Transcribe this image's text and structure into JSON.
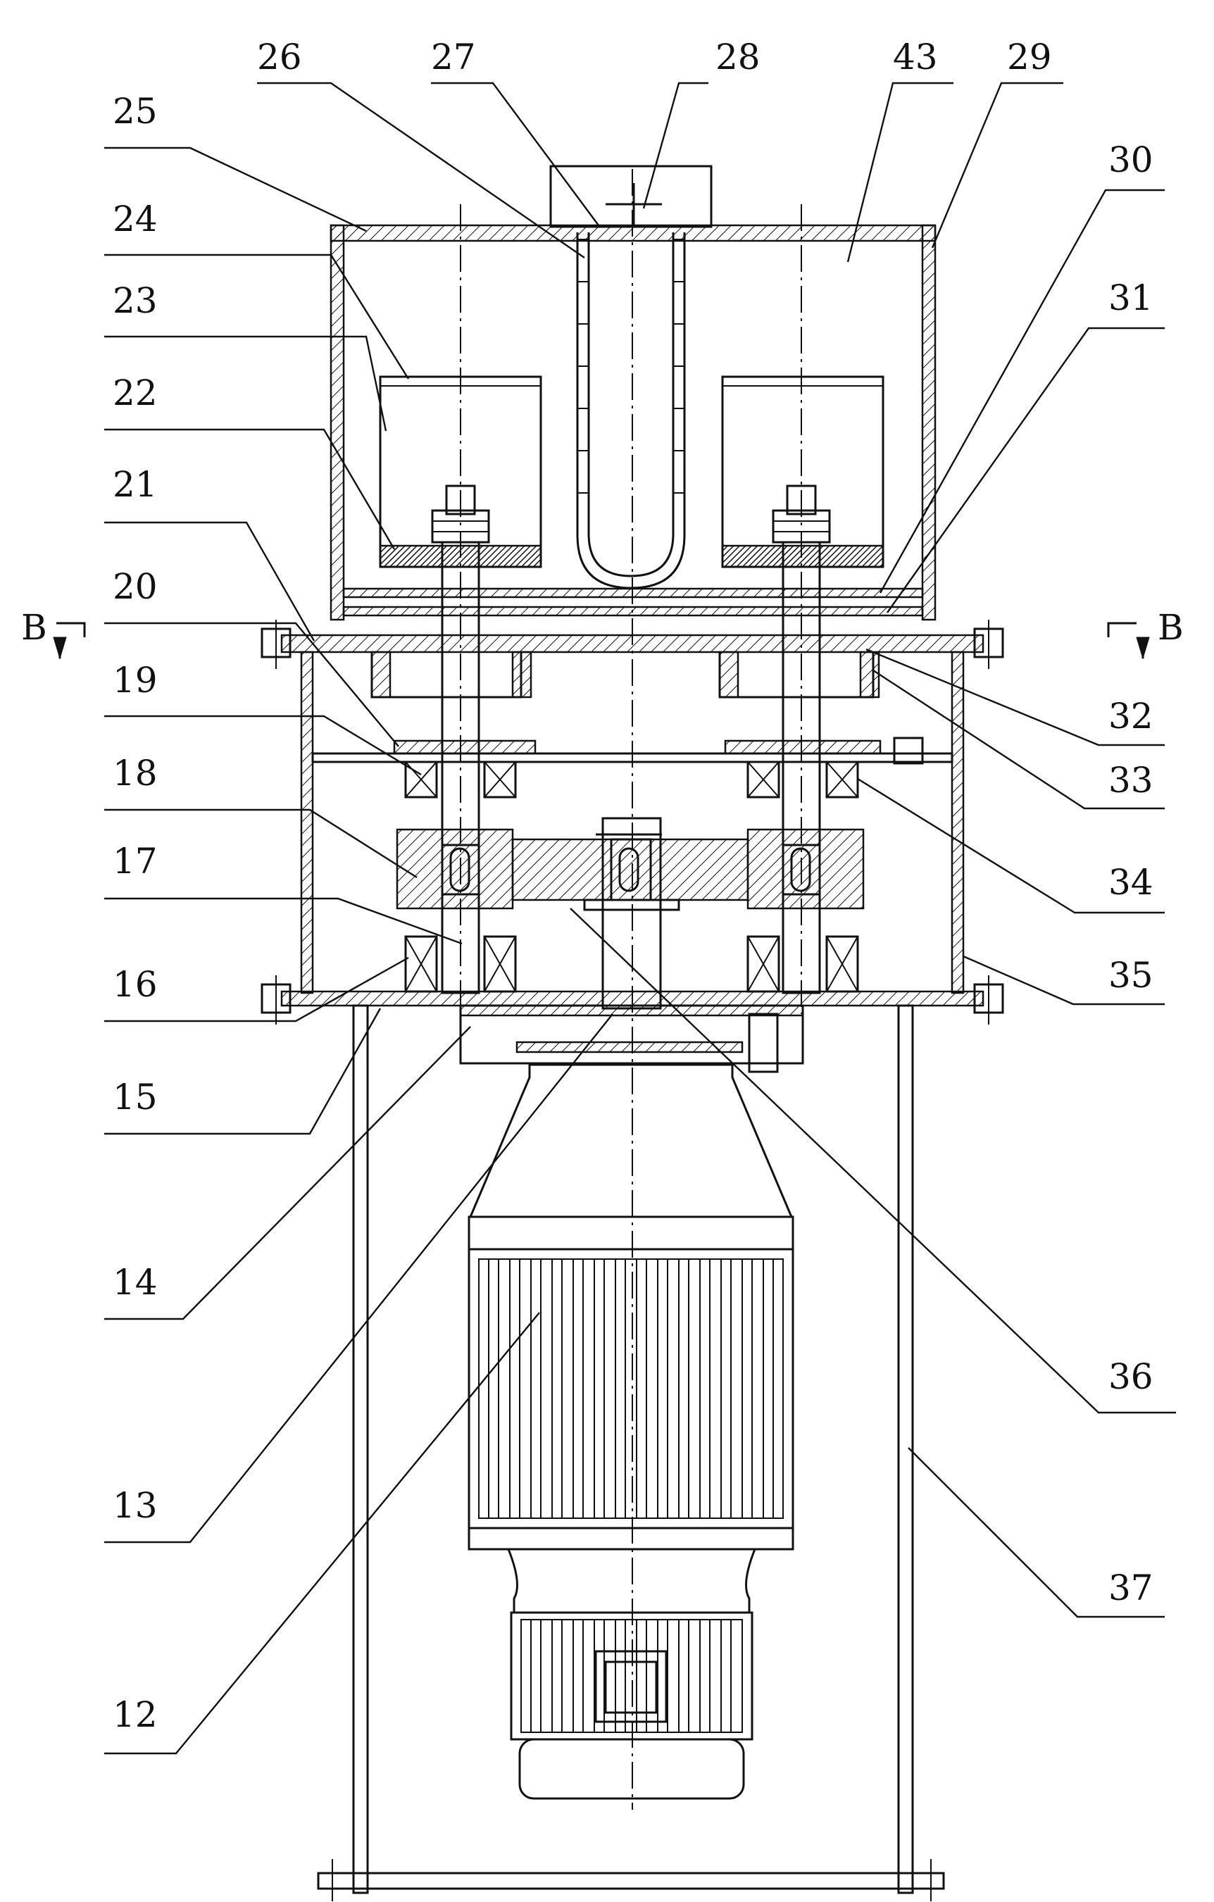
{
  "callouts": [
    {
      "num": "25"
    },
    {
      "num": "24"
    },
    {
      "num": "23"
    },
    {
      "num": "22"
    },
    {
      "num": "21"
    },
    {
      "num": "20"
    },
    {
      "num": "19"
    },
    {
      "num": "18"
    },
    {
      "num": "17"
    },
    {
      "num": "16"
    },
    {
      "num": "15"
    },
    {
      "num": "14"
    },
    {
      "num": "13"
    },
    {
      "num": "12"
    },
    {
      "num": "26"
    },
    {
      "num": "27"
    },
    {
      "num": "28"
    },
    {
      "num": "43"
    },
    {
      "num": "29"
    },
    {
      "num": "30"
    },
    {
      "num": "31"
    },
    {
      "num": "32"
    },
    {
      "num": "33"
    },
    {
      "num": "34"
    },
    {
      "num": "35"
    },
    {
      "num": "36"
    },
    {
      "num": "37"
    }
  ],
  "section_marks": {
    "left": "B",
    "right": "B"
  }
}
